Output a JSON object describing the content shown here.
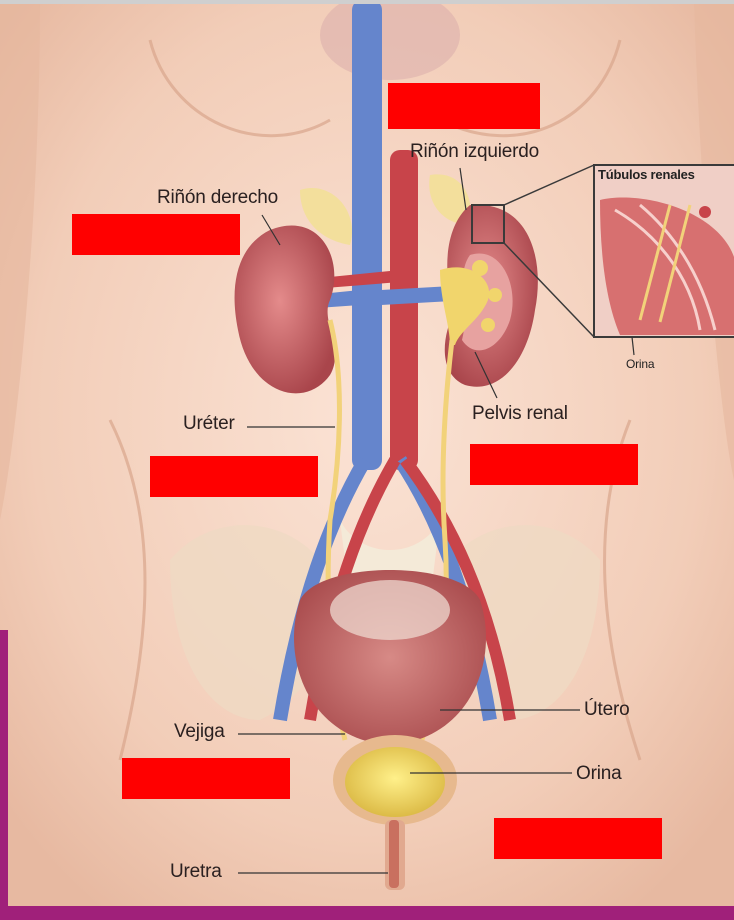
{
  "labels": {
    "rinon_izquierdo": "Riñón izquierdo",
    "rinon_derecho": "Riñón derecho",
    "tubulos_renales": "Túbulos renales",
    "orina_inset": "Orina",
    "ureter": "Uréter",
    "pelvis_renal": "Pelvis renal",
    "utero": "Útero",
    "vejiga": "Vejiga",
    "orina": "Orina",
    "uretra": "Uretra"
  },
  "colors": {
    "redaction": "#ff0000",
    "skin": "#f4d2bf",
    "kidney": "#c9646a",
    "ureter": "#f2d27a",
    "vein": "#5f7fc7",
    "artery": "#c8444a",
    "frame_accent": "#a0207a"
  },
  "redacted_boxes": 6
}
